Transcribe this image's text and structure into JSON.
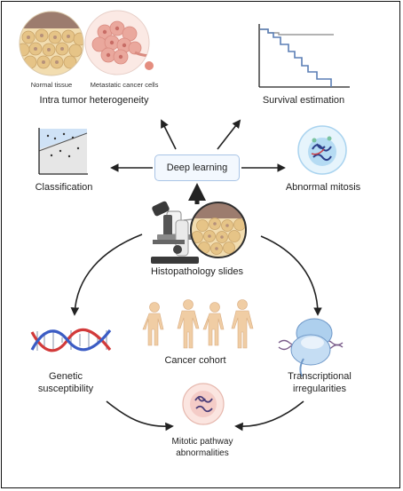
{
  "labels": {
    "normal_tissue": "Normal tissue",
    "metastatic_cells": "Metastatic cancer cells",
    "intra_tumor": "Intra tumor heterogeneity",
    "survival": "Survival estimation",
    "deep_learning": "Deep learning",
    "classification": "Classification",
    "abnormal_mitosis": "Abnormal mitosis",
    "histopathology": "Histopathology slides",
    "cancer_cohort": "Cancer cohort",
    "genetic_line1": "Genetic",
    "genetic_line2": "susceptibility",
    "transcriptional_line1": "Transcriptional",
    "transcriptional_line2": "irregularities",
    "mitotic_line1": "Mitotic pathway",
    "mitotic_line2": "abnormalities"
  },
  "colors": {
    "arrow": "#222222",
    "box_border": "#a9c4e6",
    "box_fill": "#f3f8fe",
    "survival_line": "#5b7fb5",
    "tissue_tan": "#efd7a6",
    "tissue_brown": "#9a7a6c",
    "cancer_pink": "#e9a49a",
    "dna_red": "#d23a3a",
    "dna_blue": "#3b5cc4",
    "cell_blue": "#9fd0f0"
  }
}
